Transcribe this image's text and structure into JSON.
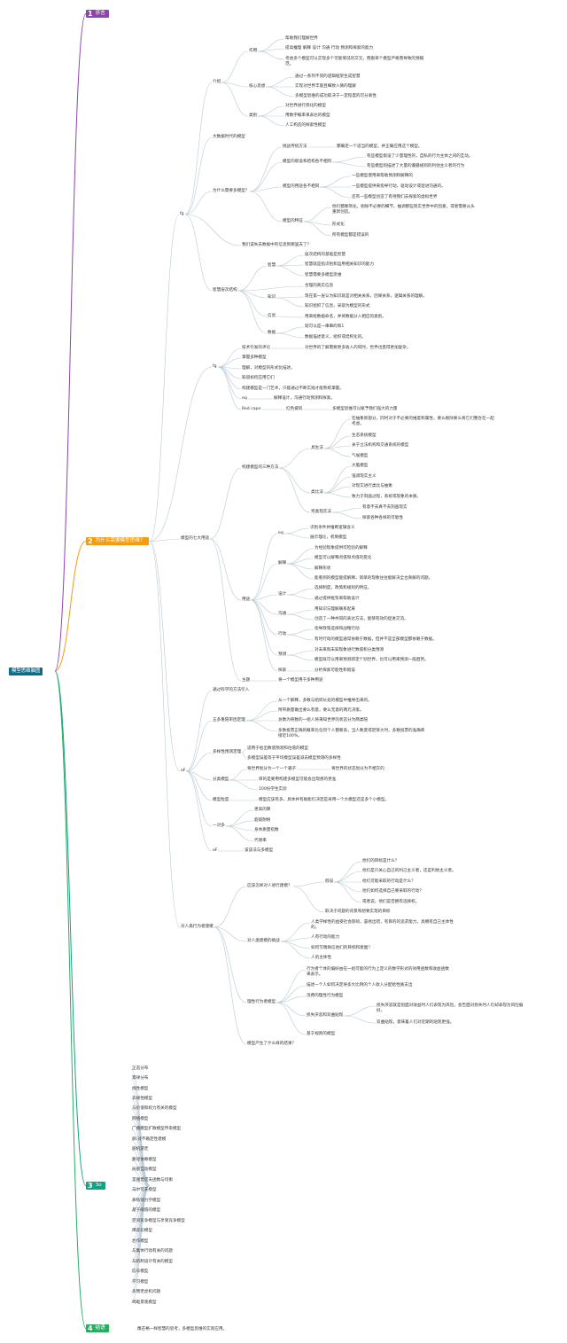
{
  "root": "模型思维脑图",
  "colors": {
    "root": "#0b6d8d",
    "b1": "#8e44ad",
    "b2": "#f39c12",
    "b3": "#16a085",
    "b4": "#27ae60",
    "line": "#b7c9d3"
  },
  "branches": {
    "b1": {
      "num": "1",
      "label": "序言"
    },
    "b2": {
      "num": "2",
      "label": "为什么需要模型思维？"
    },
    "b3": {
      "num": "3",
      "label": "3o"
    },
    "b4": {
      "num": "4",
      "label": "结语"
    }
  },
  "nodes": {
    "n001": "fg",
    "n002": "介绍",
    "n003": "作用",
    "n004": "帮助我们理解世界",
    "n005": "提高推理 解释 设计 沟通 行动 预测和探索的能力",
    "n006": "考虑多个模型可以实现多个可能情况的交叉，而跟单个模型严格而导致的预输",
    "n006b": "范。",
    "n007": "核心思想",
    "n008": "通过一系列不同的逻辑框架生成智慧",
    "n009": "实现对世界丰富且细致入微的理解",
    "n010": "多模型思维的成功取决于一定程度的可分离性",
    "n011": "类别",
    "n012": "对世界进行简化的模型",
    "n013": "用数字概率来表达的模型",
    "n014": "人工构造的探索性模型",
    "n015": "大数据时代的模型",
    "n016": "为什么需要多模型？",
    "n017": "挑战传统方法",
    "n018": "都确定一个适当的模型，并正确应用这个模型。",
    "n019": "模型的假设和结构各不相同",
    "n020": "有些模型假设了少量理性的，自私的行为主体之间的互动。",
    "n021": "有些模型则描述了大量的遵循规则的利他主义者的行为",
    "n022": "模型的用途各不相同",
    "n023": "一些模型使用来帮助预测和解释的",
    "n024": "一些模型提供来指导行动，驱动设计或促进沟通的。",
    "n025": "还有一些模型创造了有待我们去探索的虚拟世界",
    "n026": "模型的特征",
    "n027": "他们都要简化，剔除不必要的细节，抽调那些现实世界中的因素，或者需要从头",
    "n027b": "重新创造。",
    "n028": "形式化",
    "n029": "所有模型都是错误的",
    "n030": "我们该失去数据中的信息到哪里去了？",
    "n031": "智慧层次结构",
    "n032": "智慧",
    "n033": "层次结构的基础是智慧",
    "n034": "智慧就是指识别和运用相关知识的能力",
    "n035": "智慧需要多模型思维",
    "n036": "合理的真实信息",
    "n037": "知识",
    "n038": "现在第一层认为知识就是对相关关系，因果关系，逻辑关系的理解。",
    "n039": "知识组织了信息，采取为模型的形式",
    "n040": "信息",
    "n041": "用来给数据命名，并将数据分入相应的类别。",
    "n042": "数据",
    "n043": "就可以是一串串的和1",
    "n044": "数据描述意义，组织或结构化的。",
    "n045": "fg",
    "n046": "技术引发的评论",
    "n047": "对世界的了解需要更多收入的同时，世界也变得更加复杂。",
    "n048": "掌握多种模型",
    "n049": "理解，对模型的形式化描述。",
    "n050": "知道如何应用它们",
    "n051": "构建模型是一门艺术，只能通过不断实践才能熟练掌握。",
    "n052": "eq",
    "n053": "解释设计，沟通行动预测和探索。",
    "n054": "Red cape",
    "n055": "红色披风",
    "n056": "多模型思维可以赋予我们强大的力量",
    "n057": "构建模型的三种方法",
    "n058": "具生法",
    "n059": "在抽象新部分，同时对于不必要的维度和属性，要么剔除要么将它们整合在一起",
    "n059b": "考虑。",
    "n060": "生态系统模型",
    "n061": "关于立法机构和交通系统的模型",
    "n062": "气候模型",
    "n063": "类比法",
    "n064": "大脑模型",
    "n065": "强调现实主义",
    "n066": "对现实进行类比与抽象",
    "n067": "致力于刻画过程，系统或现象的本质。",
    "n068": "另类现实法",
    "n069": "有意不去真不去刻画现实",
    "n070": "探索各种各样的可能性",
    "n071": "模型的七大用途",
    "n072": "eq",
    "n073": "识别条件并推断逻辑含义",
    "n074": "展示理论，机制模型",
    "n075": "解释",
    "n076": "为经验现象提供可检验的解释",
    "n077": "模型可以解释点值和点值的变化",
    "n078": "解释形状",
    "n079": "能看到的模型能提解释，简单的现象往往能解决全台真解的问题。",
    "n080": "设计",
    "n081": "选择制度，政策和规则的特征。",
    "n082": "通过提供框架来帮助设计",
    "n083": "沟通",
    "n084": "用知识与理解联系起来",
    "n085": "创造了一种共同的表达方法，能够有效的促进交流。",
    "n086": "行动",
    "n087": "指导政策选择和战略行动",
    "n088": "有时行动的模型通常依赖于数据，但并不是全部模型都依赖于数据。",
    "n089": "用途",
    "n090": "预测",
    "n091": "对未来和未知现象进行数值和分类预测",
    "n092": "模型既可以用来预测即定个别世界，也可以用来预测一般趋势。",
    "n093": "探索",
    "n094": "分析探索可能性和假设",
    "n095": "主题",
    "n096": "将一个模型用于多种用途",
    "n097": "通过科学的方法引入",
    "n098": "从一个解释，多数与组织长处的模型中推导出来的。",
    "n099": "附带质量做出要么有意，要么无意的两元决策。",
    "n100": "五多重陪审团定理",
    "n101": "总数为奇数的一组人将来知世界的状态分为两类陪",
    "n102": "多数投票正确的概率比任何个人都要高，当人数变得足够大时，多数投票的准确率",
    "n102b": "接近100%。",
    "n103": "多样性预测定理",
    "n104": "适用于给出数值预测和估值的模型",
    "n105": "多模型误差等于平均模型误差减去模型预测的多样性",
    "n106": "oF",
    "n107": "分类模型",
    "n108": "将世界划分为一个一个箱子",
    "n109": "将世界的状态划分为不相交的",
    "n110": "目的是要用构建多模型可能会出现想的更准",
    "n111": "100份学生实验",
    "n112": "模型粒度",
    "n113": "模型应该有多，具体并有助能们决定是采用一个大模型还是多个小模型。",
    "n114": "一对多",
    "n115": "更高的算",
    "n116": "超级耐格",
    "n117": "身体质量指数",
    "n118": "代谢率",
    "n119": "oF",
    "n120": "该该法与多模型",
    "n121": "对人类行为者建模",
    "n122": "应该怎样对人进行建模？",
    "n123": "假设",
    "n124": "他们的目标是什么？",
    "n125": "他们是只关心自己的利己主义者，还是利他主义者。",
    "n126": "他们可能采取的行动是什么？",
    "n127": "他们如何选择自己要采取的行动？",
    "n128": "或者说，他们是否拥有选择权。",
    "n129": "取决于问题的背景和想要实现的目标",
    "n130": "对人类建模的挑战",
    "n131": "人类学样性的益受社会影响，容易出错，有目的的追求能力，具拥有自己主体性",
    "n131b": "的。",
    "n132": "人有行动的能力",
    "n133": "如何写偶择信他们的目标和意图？",
    "n134": "人的主体性",
    "n135": "理性行为者模型",
    "n136": "行为者个体的偏好由在一组可能的行为上定义的数学形式的效用函数和收益函数",
    "n136b": "来表示。",
    "n137": "描述一个人如何决定将多大比例的个人收入分配给性质支出",
    "n138": "消费的理性行为模型",
    "n139": "损失厌恶和双曲贴现",
    "n140": "损失厌恶就是指面对收益时人们表现为风险，会告面对损失时人们却表现为风险偏",
    "n140b": "好。",
    "n141": "双曲贴现，意味着人们对近期的贴现更强。",
    "n142": "基于规则的模型",
    "n143": "模型产生了什么样的结果？",
    "n144": "正态分布",
    "n145": "幂律分布",
    "n146": "线性模型",
    "n147": "非线性模型",
    "n148": "与价值和权力有关的模型",
    "n149": "网络模型",
    "n150": "广播模型扩散模型传染模型",
    "n151": "熵:对不确定性建模",
    "n152": "随机游走",
    "n153": "路径依赖模型",
    "n154": "局部互动模型",
    "n155": "李雅普诺夫函数与均衡",
    "n156": "马尔可夫模型",
    "n157": "系统动力学模型",
    "n158": "基于阈值的模型",
    "n159": "空间竞争模型与享受竞争模型",
    "n160": "博弈论模型",
    "n161": "合作模型",
    "n162": "与集体行动有关的问题",
    "n163": "与机制设计有关的模型",
    "n164": "信号模型",
    "n165": "学习模型",
    "n166": "多臂老虎机问题",
    "n167": "崎岖景观模型",
    "n168": "像芒格一样智慧的思考，多模型思维的实际应用。"
  }
}
